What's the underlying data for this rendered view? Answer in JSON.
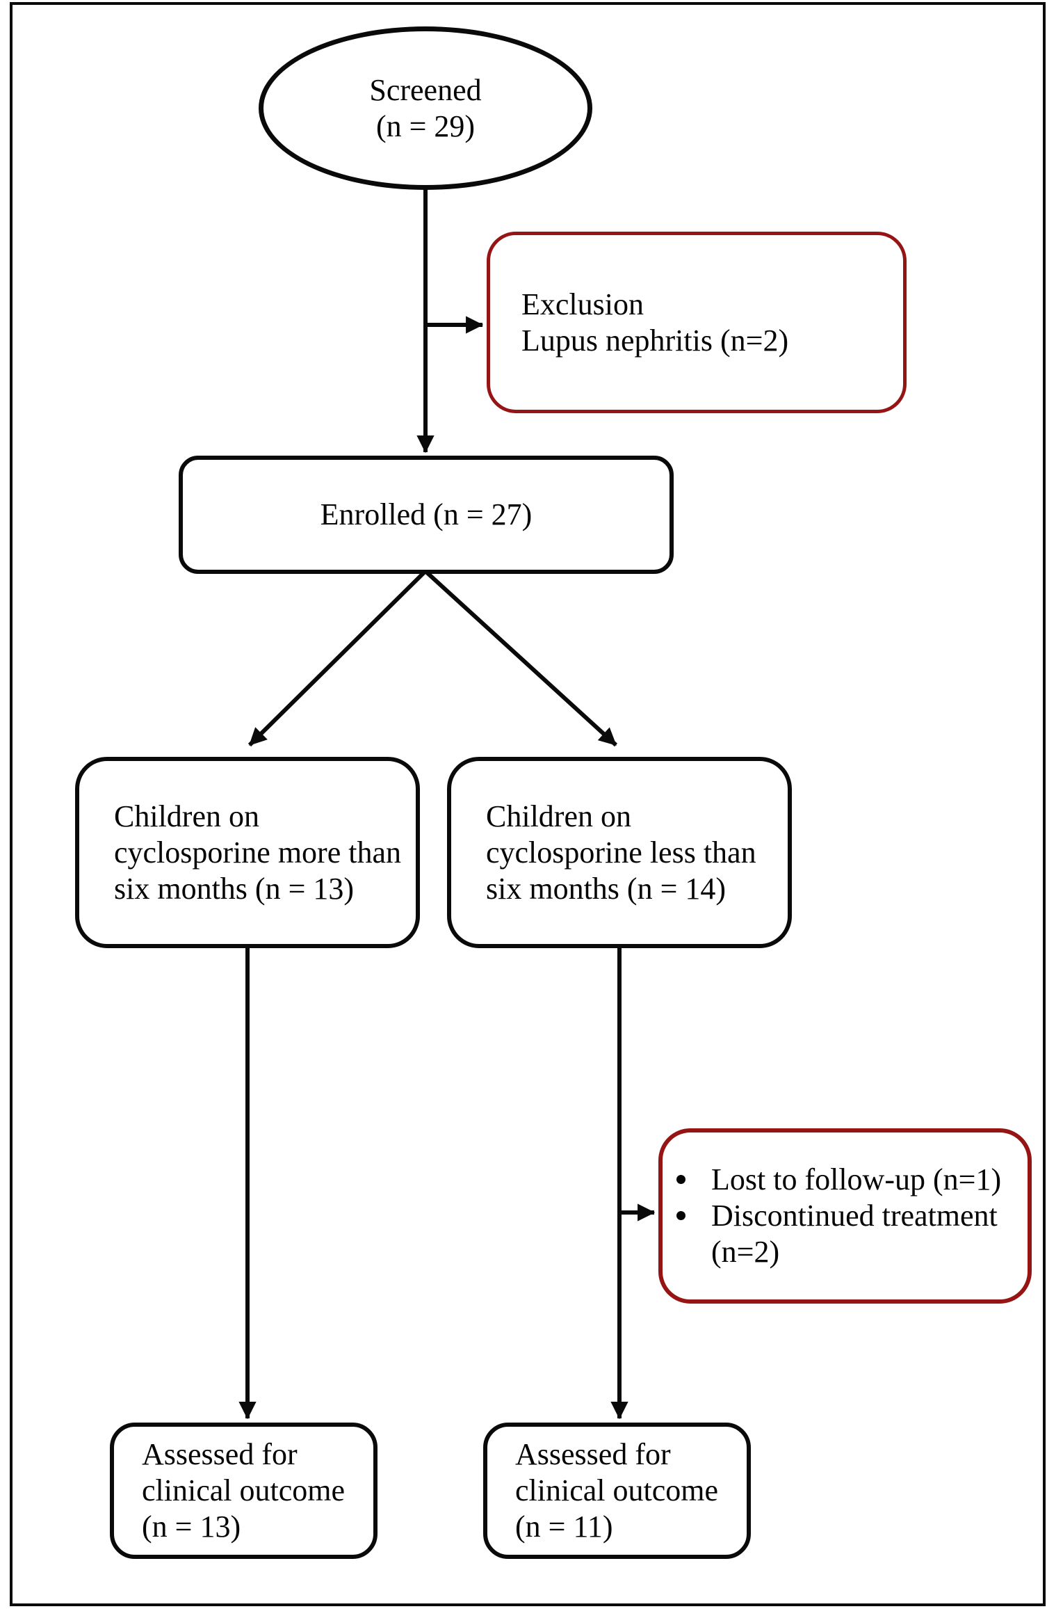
{
  "figure": {
    "type": "flowchart",
    "background": "#ffffff",
    "frame_color": "#0a0a0a",
    "node_border_color": "#0a0a0a",
    "highlight_border_color": "#951515",
    "arrow_color": "#0a0a0a",
    "nodes": {
      "screened": {
        "shape": "ellipse",
        "lines": [
          "Screened",
          "(n = 29)"
        ]
      },
      "exclusion": {
        "shape": "rounded-rect-red",
        "lines": [
          "Exclusion",
          "Lupus nephritis (n=2)"
        ]
      },
      "enrolled": {
        "shape": "rounded-rect",
        "label": "Enrolled (n = 27)"
      },
      "cyclosporine_more": {
        "shape": "rounded-rect",
        "lines": [
          "Children on",
          "cyclosporine more than",
          "six months (n = 13)"
        ]
      },
      "cyclosporine_less": {
        "shape": "rounded-rect",
        "lines": [
          "Children on",
          "cyclosporine less than",
          "six months (n = 14)"
        ]
      },
      "dropout": {
        "shape": "rounded-rect-red",
        "items": [
          "Lost to follow-up (n=1)",
          "Discontinued treatment (n=2)"
        ]
      },
      "assessed_more": {
        "shape": "rounded-rect",
        "lines": [
          "Assessed for",
          "clinical outcome",
          "(n = 13)"
        ]
      },
      "assessed_less": {
        "shape": "rounded-rect",
        "lines": [
          "Assessed for",
          "clinical outcome",
          "(n = 11)"
        ]
      }
    }
  }
}
